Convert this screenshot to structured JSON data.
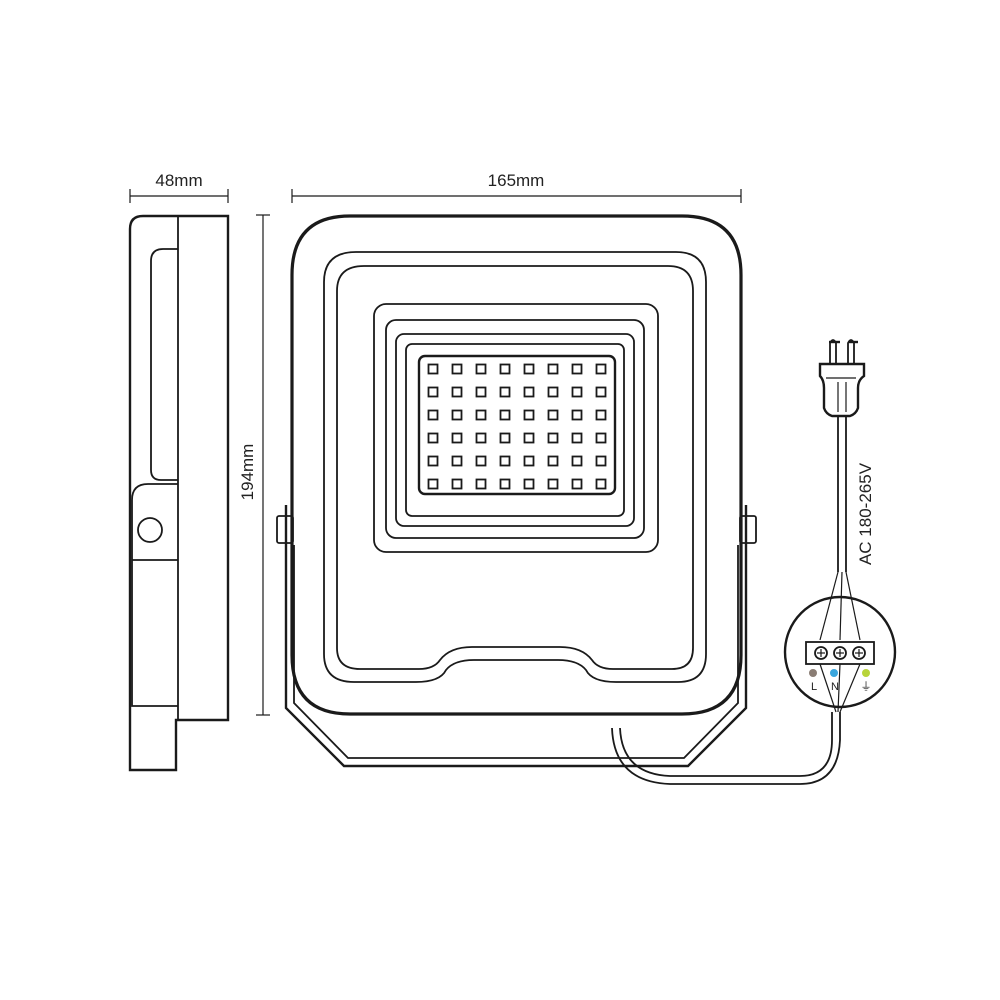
{
  "dimensions": {
    "depth": "48mm",
    "width": "165mm",
    "height": "194mm"
  },
  "power": {
    "voltage": "AC 180-265V"
  },
  "terminals": [
    {
      "label": "L",
      "color": "#8a7d74"
    },
    {
      "label": "N",
      "color": "#3aa6dd"
    },
    {
      "label": "⏚",
      "color": "#b8d43a"
    }
  ],
  "led_grid": {
    "rows": 6,
    "cols": 8
  }
}
